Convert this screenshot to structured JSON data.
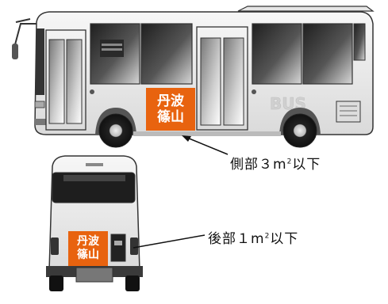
{
  "side_view": {
    "label_line1": "丹波",
    "label_line2": "篠山",
    "body_lettering": "BUS",
    "callout_prefix": "側部３m",
    "callout_exp": "2",
    "callout_suffix": "以下"
  },
  "rear_view": {
    "label_line1": "丹波",
    "label_line2": "篠山",
    "callout_prefix": "後部１m",
    "callout_exp": "2",
    "callout_suffix": "以下"
  },
  "colors": {
    "label": "#e8630f",
    "bus_body": "#f2f2f2",
    "window": "#3a3a3a",
    "outline": "#333333"
  }
}
